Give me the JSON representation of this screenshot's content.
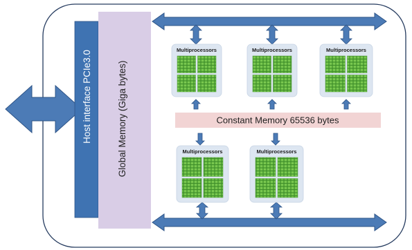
{
  "host_interface": {
    "label": "Host interface PCIe3.0"
  },
  "global_memory": {
    "label": "Global Memory (Giga bytes)"
  },
  "constant_memory": {
    "label": "Constant Memory 65536 bytes"
  },
  "multiprocessor_label": "Multiprocessors",
  "colors": {
    "arrow_fill": "#4c7bb6",
    "arrow_stroke": "#2e5487",
    "host_bar": "#3f73b2",
    "global_memory": "#d9cde6",
    "constant_memory": "#f2d4d4",
    "mp_card": "#dde6f1",
    "core_green": "#74c24a"
  }
}
